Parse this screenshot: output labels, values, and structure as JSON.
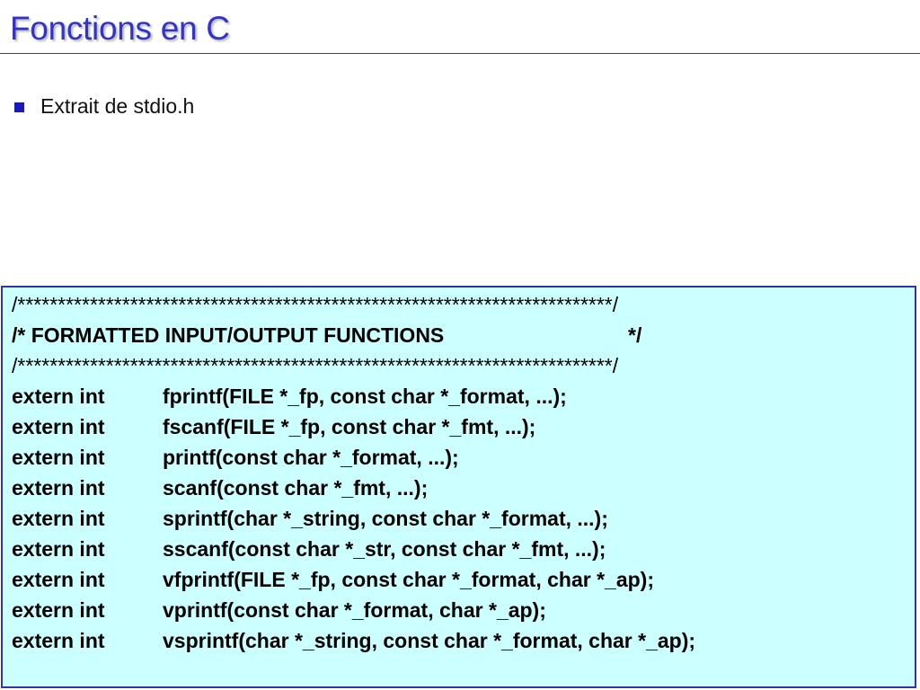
{
  "slide": {
    "title": "Fonctions en C",
    "bullet": "Extrait de stdio.h"
  },
  "code": {
    "separator_top": "/**************************************************************************/",
    "header_open": "/* FORMATTED INPUT/OUTPUT FUNCTIONS",
    "header_close": "*/",
    "separator_bottom": "/**************************************************************************/",
    "declarations": [
      {
        "qualifier": "extern int",
        "signature": "fprintf(FILE *_fp, const char *_format, ...);"
      },
      {
        "qualifier": "extern int",
        "signature": "fscanf(FILE *_fp, const char *_fmt, ...);"
      },
      {
        "qualifier": "extern int",
        "signature": "printf(const char *_format, ...);"
      },
      {
        "qualifier": "extern int",
        "signature": "scanf(const char *_fmt, ...);"
      },
      {
        "qualifier": "extern int",
        "signature": "sprintf(char *_string, const char *_format, ...);"
      },
      {
        "qualifier": "extern int",
        "signature": "sscanf(const char *_str, const char *_fmt, ...);"
      },
      {
        "qualifier": "extern int",
        "signature": "vfprintf(FILE *_fp, const char *_format, char *_ap);"
      },
      {
        "qualifier": "extern int",
        "signature": "vprintf(const char *_format, char *_ap);"
      },
      {
        "qualifier": "extern int",
        "signature": "vsprintf(char *_string, const char *_format, char *_ap);"
      }
    ]
  },
  "colors": {
    "title": "#3333cc",
    "bullet": "#1a1ab4",
    "code_background": "#ccffff",
    "code_border": "#3333aa"
  },
  "icons": {
    "bullet": "square-bullet-icon"
  }
}
